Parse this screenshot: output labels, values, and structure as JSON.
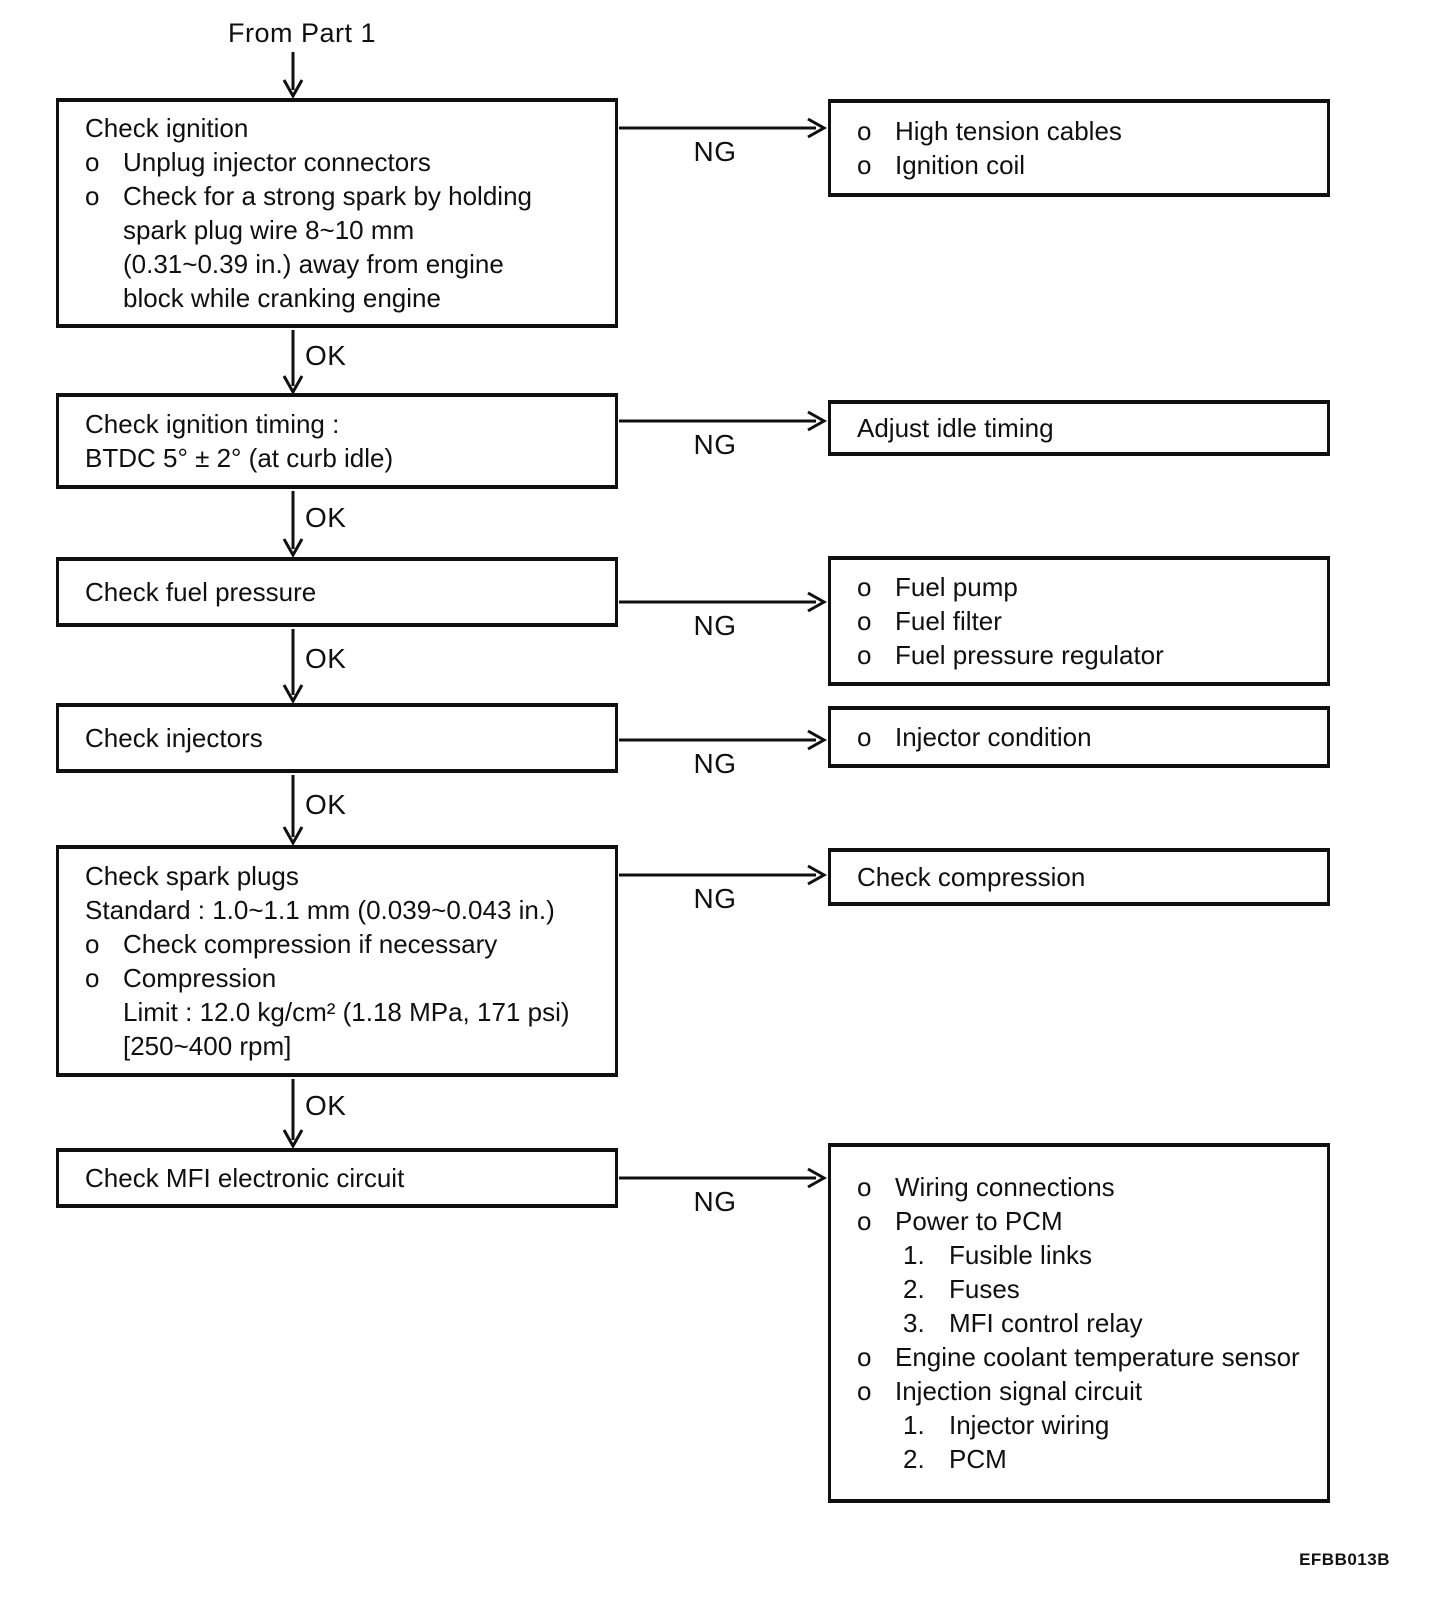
{
  "flow": {
    "entry_label": "From Part 1",
    "ok_label": "OK",
    "ng_label": "NG",
    "figure_code": "EFBB013B",
    "steps": [
      {
        "lines": [
          {
            "t": "Check ignition"
          },
          {
            "m": "o",
            "t": "Unplug injector connectors"
          },
          {
            "m": "o",
            "t": "Check for a strong spark by holding"
          },
          {
            "t": "spark plug wire 8~10 mm",
            "indent": true
          },
          {
            "t": "(0.31~0.39 in.) away from engine",
            "indent": true
          },
          {
            "t": "block while cranking engine",
            "indent": true
          }
        ]
      },
      {
        "lines": [
          {
            "t": "Check ignition timing :"
          },
          {
            "t": "BTDC 5° ± 2° (at curb idle)"
          }
        ]
      },
      {
        "lines": [
          {
            "t": "Check fuel pressure"
          }
        ]
      },
      {
        "lines": [
          {
            "t": "Check injectors"
          }
        ]
      },
      {
        "lines": [
          {
            "t": "Check spark plugs"
          },
          {
            "t": "Standard : 1.0~1.1 mm (0.039~0.043 in.)"
          },
          {
            "m": "o",
            "t": "Check compression if necessary"
          },
          {
            "m": "o",
            "t": "Compression"
          },
          {
            "t": "Limit : 12.0 kg/cm² (1.18 MPa, 171 psi)",
            "indent": true
          },
          {
            "t": "[250~400 rpm]",
            "indent": true
          }
        ]
      },
      {
        "lines": [
          {
            "t": "Check MFI electronic circuit"
          }
        ]
      }
    ],
    "results": [
      {
        "lines": [
          {
            "m": "o",
            "t": "High tension cables"
          },
          {
            "m": "o",
            "t": "Ignition coil"
          }
        ]
      },
      {
        "lines": [
          {
            "t": "Adjust idle timing"
          }
        ]
      },
      {
        "lines": [
          {
            "m": "o",
            "t": "Fuel pump"
          },
          {
            "m": "o",
            "t": "Fuel filter"
          },
          {
            "m": "o",
            "t": "Fuel pressure regulator"
          }
        ]
      },
      {
        "lines": [
          {
            "m": "o",
            "t": "Injector condition"
          }
        ]
      },
      {
        "lines": [
          {
            "t": "Check compression"
          }
        ]
      },
      {
        "lines": [
          {
            "m": "o",
            "t": "Wiring connections"
          },
          {
            "m": "o",
            "t": "Power to PCM"
          },
          {
            "m": "1.",
            "t": "Fusible links",
            "num": true
          },
          {
            "m": "2.",
            "t": "Fuses",
            "num": true
          },
          {
            "m": "3.",
            "t": "MFI control relay",
            "num": true
          },
          {
            "m": "o",
            "t": "Engine coolant temperature sensor"
          },
          {
            "m": "o",
            "t": "Injection signal circuit"
          },
          {
            "m": "1.",
            "t": "Injector wiring",
            "num": true
          },
          {
            "m": "2.",
            "t": "PCM",
            "num": true
          }
        ]
      }
    ]
  }
}
